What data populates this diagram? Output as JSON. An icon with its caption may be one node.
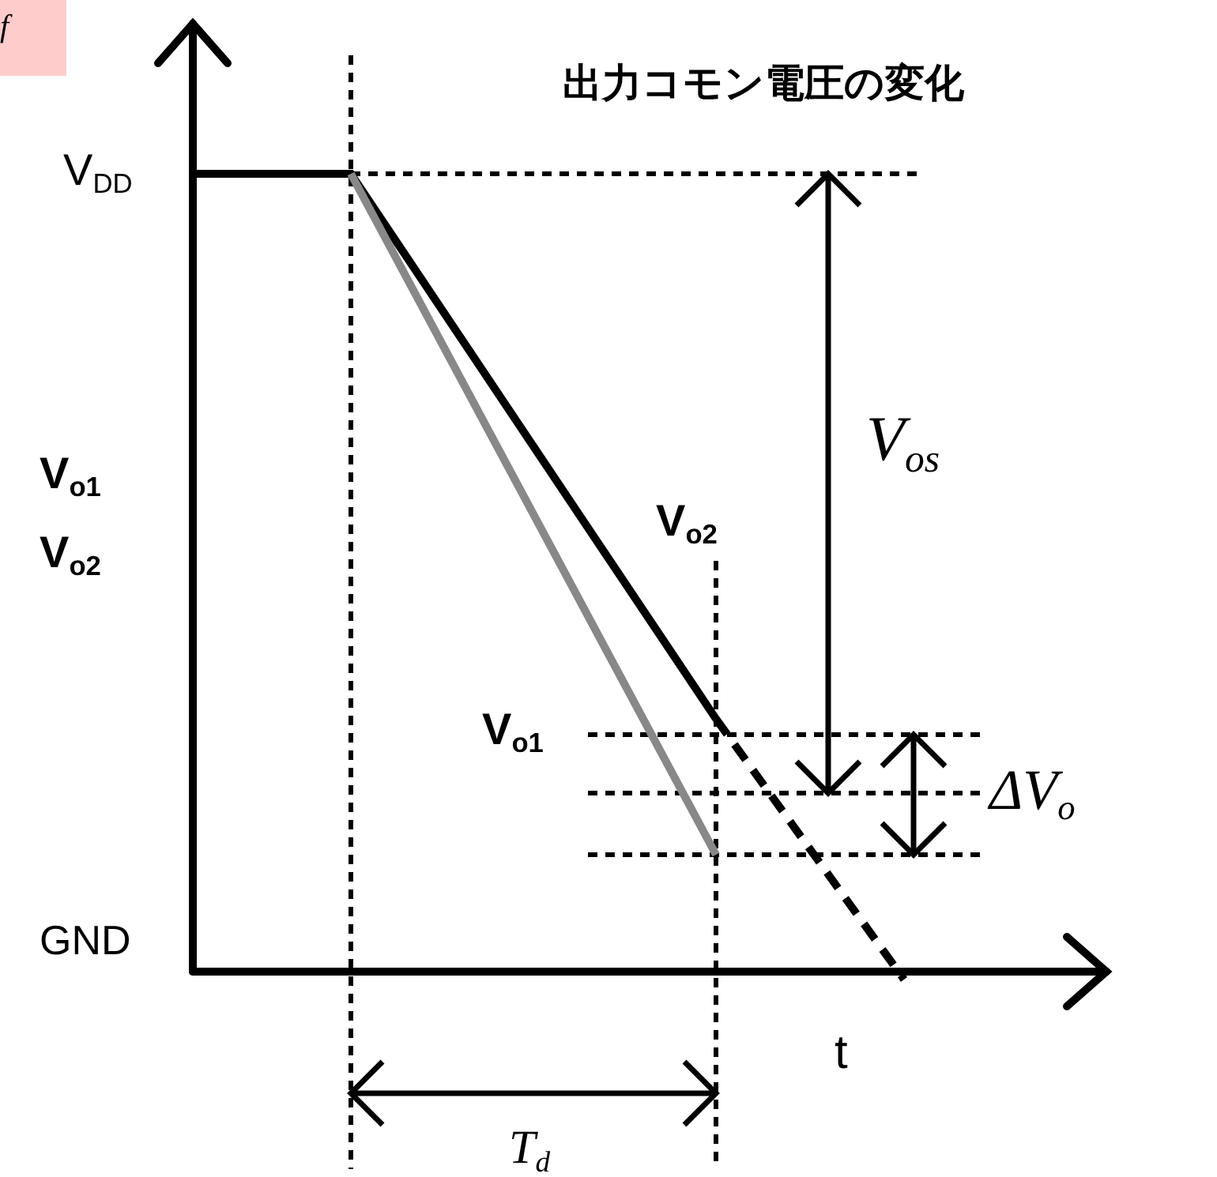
{
  "diagram": {
    "title": "出力コモン電圧の変化",
    "nodes": [
      {
        "text": [
          "f"
        ]
      }
    ],
    "labels": [
      "V$_{DD}$",
      "V$_{o1}$",
      "V$_{o2}$",
      "V$_{o2}$",
      "V$_{o1}$",
      "V$_{os}$",
      "ΔV$_{o}$",
      "GND",
      "t",
      "T$_{d}$"
    ]
  }
}
